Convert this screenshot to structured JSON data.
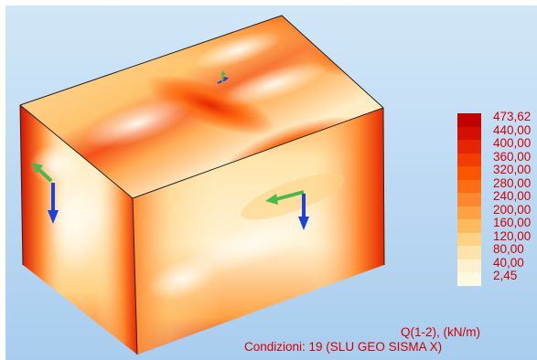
{
  "legend": {
    "labels": [
      "473,62",
      "440,00",
      "400,00",
      "360,00",
      "320,00",
      "280,00",
      "240,00",
      "200,00",
      "160,00",
      "120,00",
      "80,00",
      "40,00",
      "2,45"
    ],
    "colors": [
      "#c10000",
      "#d40f00",
      "#e52500",
      "#f23c00",
      "#fb5500",
      "#fd6e14",
      "#fe882e",
      "#fea244",
      "#febb5e",
      "#fed183",
      "#fee4aa",
      "#fff0cf",
      "#fff9e2"
    ]
  },
  "caption": {
    "quantity": "Q(1-2), (kN/m)",
    "conditions": "Condizioni: 19 (SLU GEO SISMA X)"
  },
  "faces": {
    "top": "#fbe1a9",
    "front": "#fbdba0",
    "side": "#fbd49a"
  },
  "arrow_colors": {
    "green": "#4cb84c",
    "blue": "#1d43d6"
  }
}
